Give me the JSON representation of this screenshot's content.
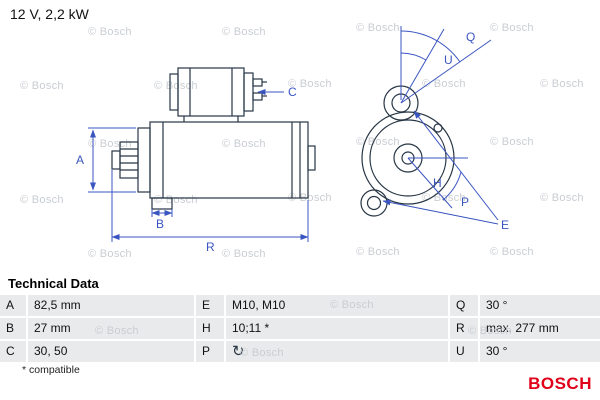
{
  "header": {
    "power_spec": "12 V, 2,2 kW"
  },
  "watermark": {
    "text": "© Bosch"
  },
  "drawing": {
    "labels": {
      "A": "A",
      "B": "B",
      "C": "C",
      "R": "R",
      "Q": "Q",
      "U": "U",
      "H": "H",
      "P": "P",
      "E": "E"
    }
  },
  "technical_data": {
    "title": "Technical Data",
    "rows": [
      [
        {
          "key": "A",
          "value": "82,5 mm"
        },
        {
          "key": "E",
          "value": "M10, M10"
        },
        {
          "key": "Q",
          "value": "30 °"
        }
      ],
      [
        {
          "key": "B",
          "value": "27 mm"
        },
        {
          "key": "H",
          "value": "10;11 *"
        },
        {
          "key": "R",
          "value": "max. 277 mm"
        }
      ],
      [
        {
          "key": "C",
          "value": "30, 50"
        },
        {
          "key": "P",
          "value": "↻"
        },
        {
          "key": "U",
          "value": "30 °"
        }
      ]
    ],
    "footnote": "* compatible"
  },
  "brand": {
    "name": "BOSCH"
  },
  "colors": {
    "bosch_red": "#e10019",
    "part_line": "#273645",
    "dimension_blue": "#3a55c0",
    "watermark_gray": "#c9cdd2",
    "table_row_bg": "#e9eaeb"
  }
}
